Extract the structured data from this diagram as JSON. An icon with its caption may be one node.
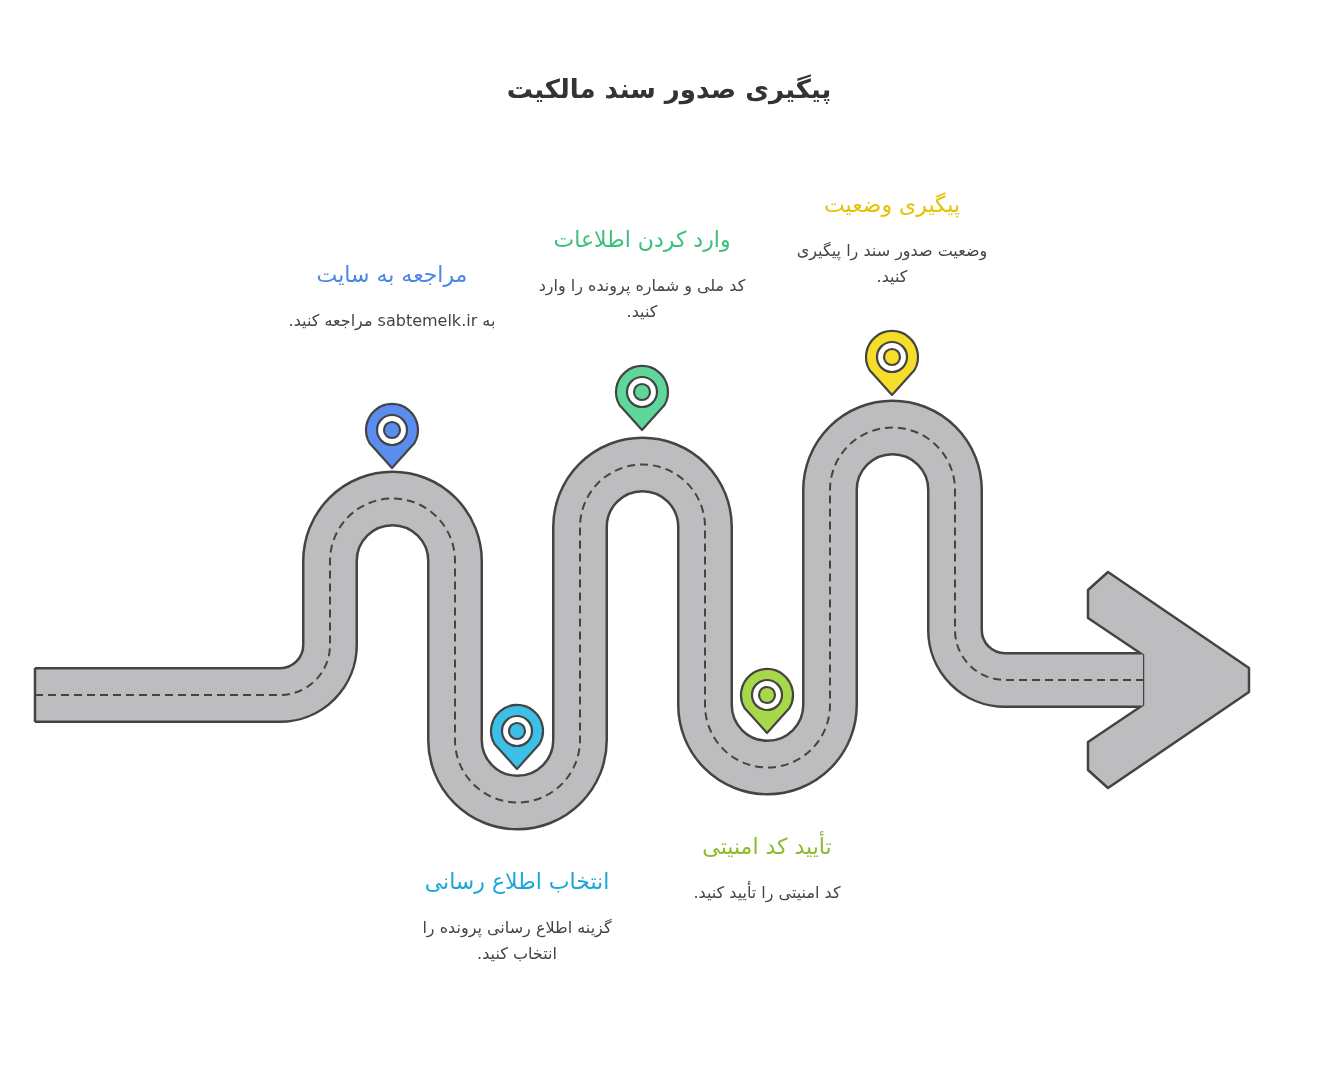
{
  "diagram": {
    "title": "پیگیری صدور سند مالکیت",
    "nodes": [
      {
        "text": [
          "مراجعه به سایت",
          "به sabtemelk.ir مراجعه کنید."
        ]
      },
      {
        "text": [
          "انتخاب اطلاع رسانی",
          "گزینه اطلاع رسانی پرونده را انتخاب کنید."
        ]
      },
      {
        "text": [
          "وارد کردن اطلاعات",
          "کد ملی و شماره پرونده را وارد کنید."
        ]
      },
      {
        "text": [
          "تأیید کد امنیتی",
          "کد امنیتی را تأیید کنید."
        ]
      },
      {
        "text": [
          "پیگیری وضعیت",
          "وضعیت صدور سند را پیگیری کنید."
        ]
      }
    ]
  }
}
